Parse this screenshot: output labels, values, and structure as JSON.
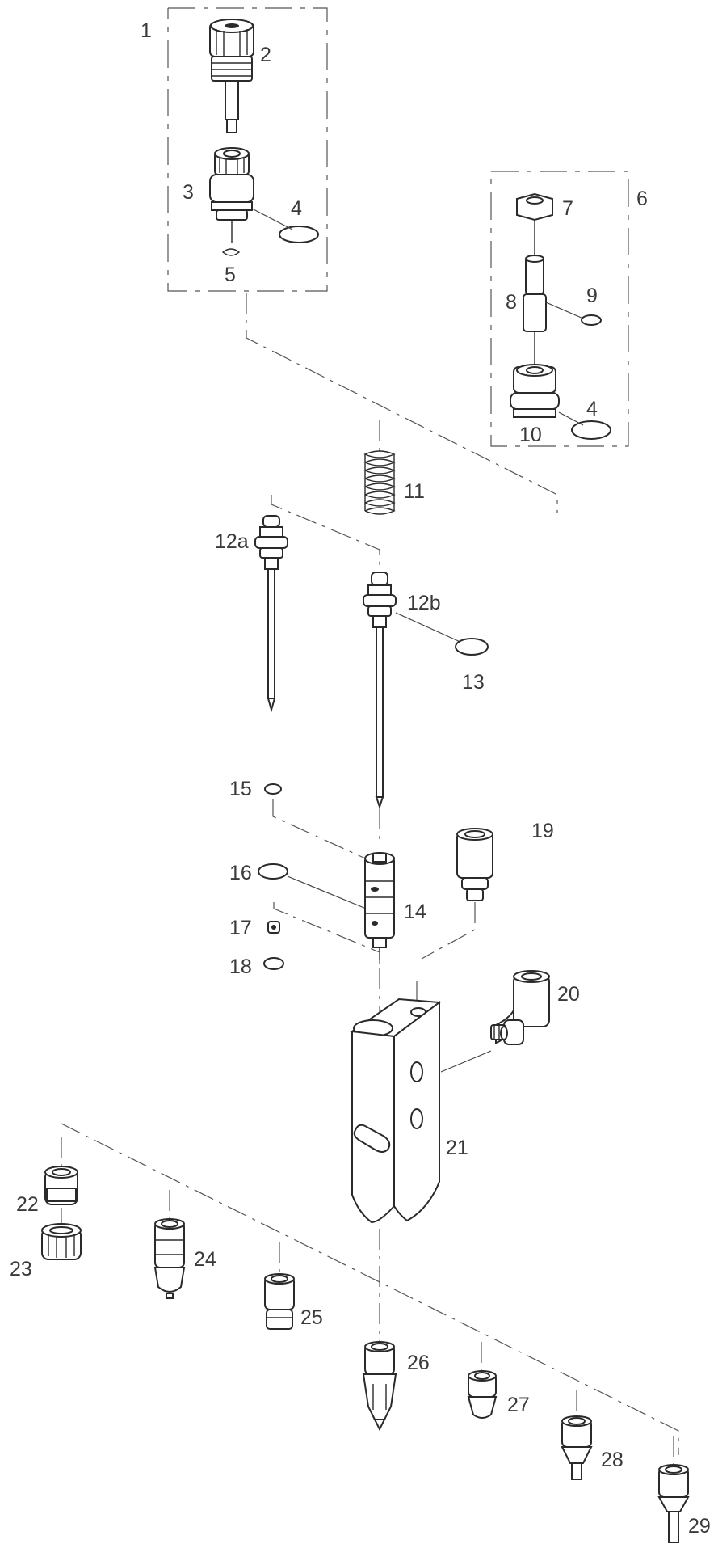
{
  "labels": {
    "l1": "1",
    "l2": "2",
    "l3": "3",
    "l4a": "4",
    "l5": "5",
    "l6": "6",
    "l7": "7",
    "l8": "8",
    "l9": "9",
    "l10": "10",
    "l4b": "4",
    "l11": "11",
    "l12a": "12a",
    "l12b": "12b",
    "l13": "13",
    "l14": "14",
    "l15": "15",
    "l16": "16",
    "l17": "17",
    "l18": "18",
    "l19": "19",
    "l20": "20",
    "l21": "21",
    "l22": "22",
    "l23": "23",
    "l24": "24",
    "l25": "25",
    "l26": "26",
    "l27": "27",
    "l28": "28",
    "l29": "29"
  }
}
